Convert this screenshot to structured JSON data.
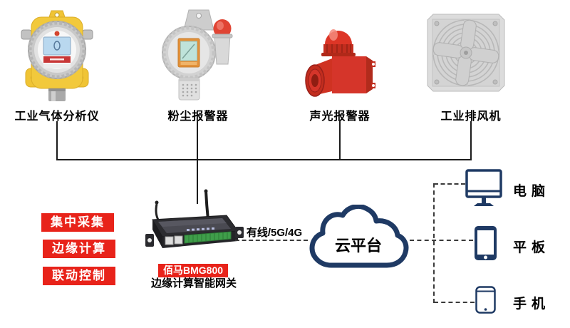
{
  "devices": [
    {
      "label": "工业气体分析仪"
    },
    {
      "label": "粉尘报警器"
    },
    {
      "label": "声光报警器"
    },
    {
      "label": "工业排风机"
    }
  ],
  "features": [
    {
      "label": "集中采集"
    },
    {
      "label": "边缘计算"
    },
    {
      "label": "联动控制"
    }
  ],
  "gateway": {
    "badge": "佰马BMG800",
    "name": "边缘计算智能网关"
  },
  "link_label": "有线/5G/4G",
  "cloud": {
    "label": "云平台"
  },
  "clients": [
    {
      "label": "电脑",
      "icon": "desktop-icon"
    },
    {
      "label": "平板",
      "icon": "tablet-icon"
    },
    {
      "label": "手机",
      "icon": "phone-icon"
    }
  ],
  "colors": {
    "accent_red": "#e8231a",
    "navy": "#1f3a64",
    "line_black": "#1b1b1b"
  }
}
